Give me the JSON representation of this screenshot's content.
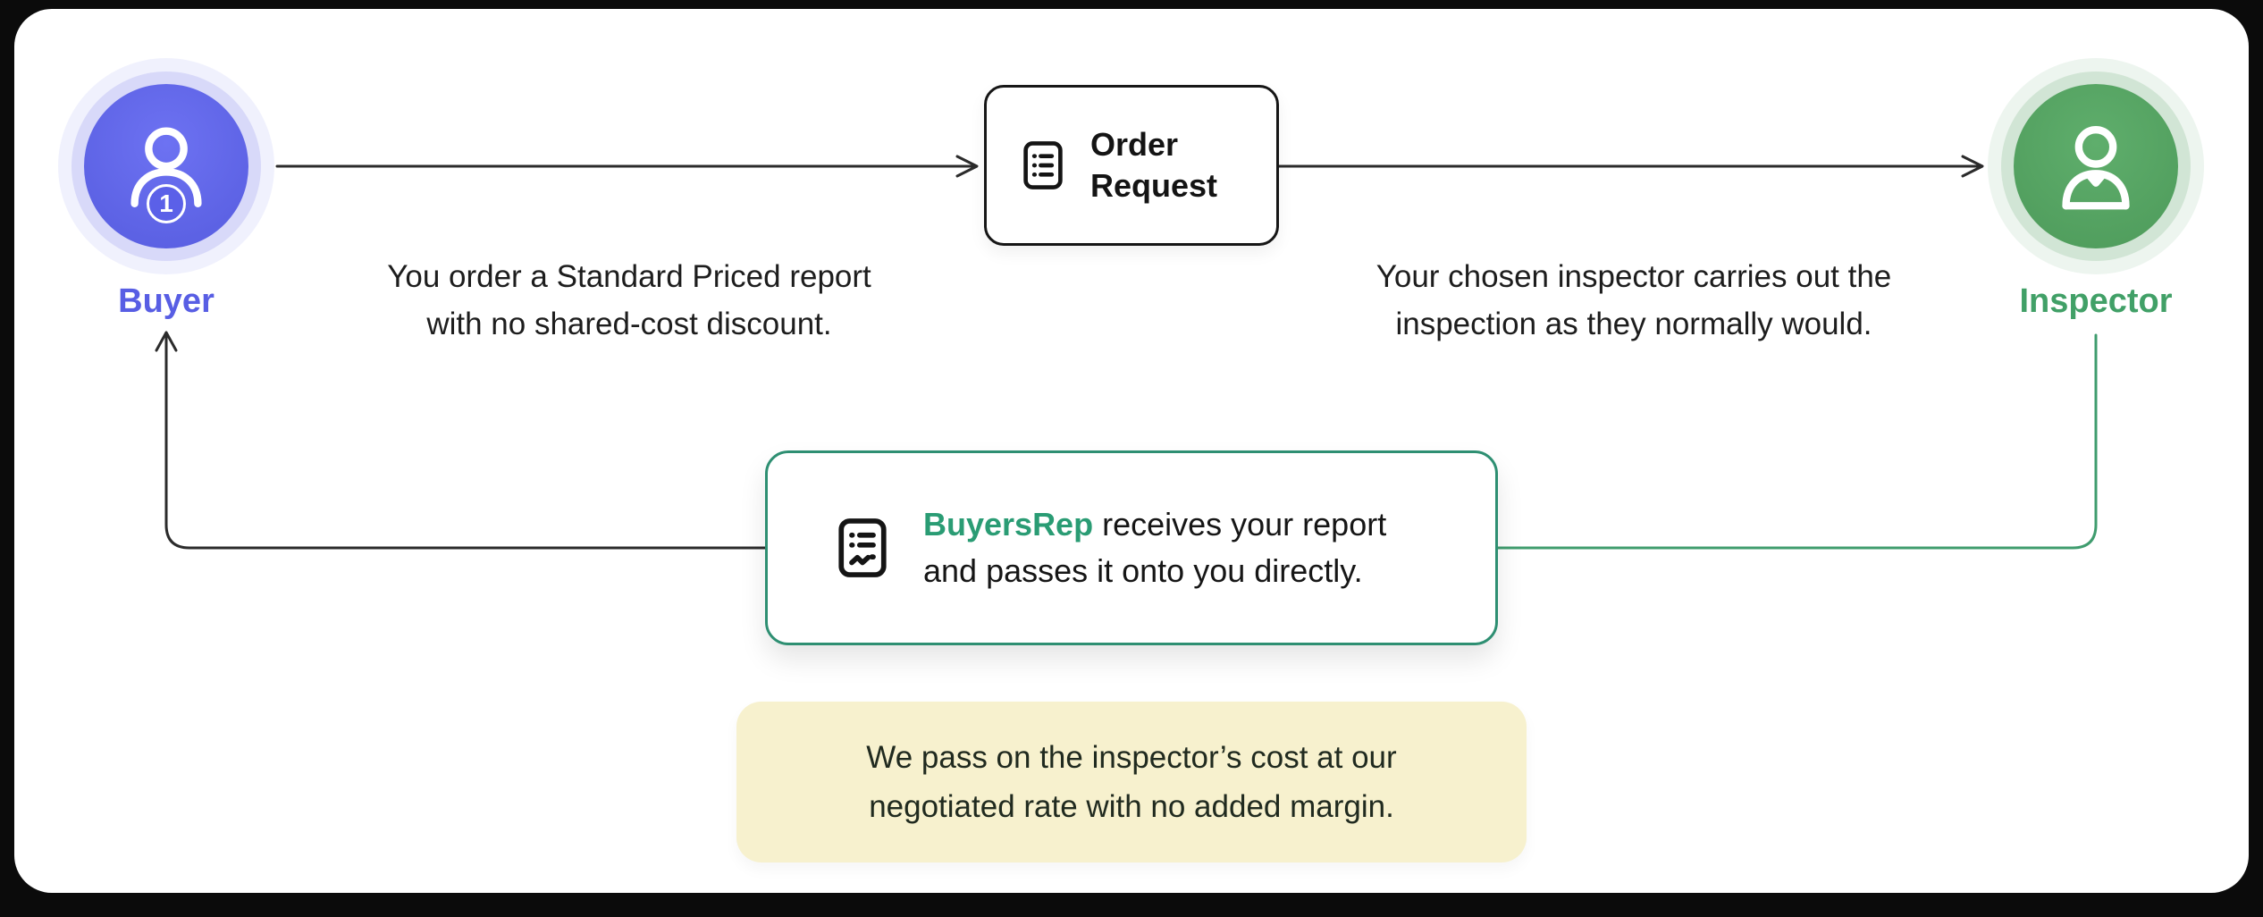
{
  "buyer": {
    "label": "Buyer",
    "badge": "1",
    "icon": "person-icon",
    "color": "#5b60e8"
  },
  "inspector": {
    "label": "Inspector",
    "icon": "person-icon",
    "color": "#4ba06a"
  },
  "order": {
    "lines": [
      "Order",
      "Request"
    ],
    "icon": "document-lines-icon"
  },
  "captions": {
    "left": [
      "You order a Standard Priced report",
      "with no shared-cost discount."
    ],
    "right": [
      "Your chosen inspector carries out the",
      "inspection as they normally would."
    ]
  },
  "report": {
    "brand": "BuyersRep",
    "line1_rest": " receives your report",
    "line2": "and passes it onto you directly.",
    "icon": "report-document-icon",
    "border_color": "#2e8f72",
    "brand_color": "#2a9c74"
  },
  "note": {
    "lines": [
      "We pass on the inspector’s cost at our",
      "negotiated rate with no added margin."
    ],
    "bg_color": "#f7f1ce"
  },
  "colors": {
    "line": "#2b2b2b",
    "green_line": "#3f9c6e",
    "card_bg": "#ffffff",
    "page_bg": "#0b0b0b"
  }
}
